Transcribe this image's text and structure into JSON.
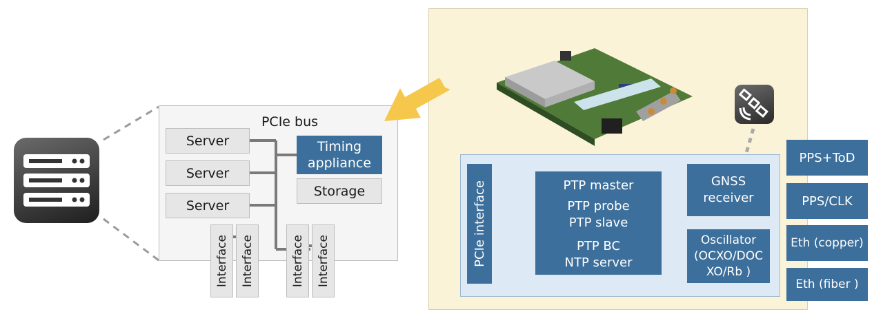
{
  "pcie_bus": {
    "title": "PCIe bus",
    "servers": [
      "Server",
      "Server",
      "Server"
    ],
    "timing_appliance": "Timing appliance",
    "storage": "Storage",
    "interfaces": [
      "Interface",
      "Interface",
      "Interface",
      "Interface"
    ]
  },
  "card": {
    "pcie_interface": "PCIe interface",
    "ptp_block": {
      "line1": "PTP master",
      "line2": "PTP probe",
      "line3": "PTP slave",
      "line4": "PTP BC",
      "line5": "NTP server"
    },
    "gnss": "GNSS receiver",
    "oscillator": {
      "line1": "Oscillator",
      "line2": "(OCXO/DOC",
      "line3": "XO/Rb )"
    }
  },
  "outputs": [
    "PPS+ToD",
    "PPS/CLK",
    "Eth (copper)",
    "Eth (fiber )"
  ],
  "icons": {
    "server_rack": "server-rack-icon",
    "satellite": "satellite-icon",
    "card": "pcie-card-image",
    "arrow": "pointer-arrow"
  },
  "colors": {
    "blue": "#3c6f9b",
    "gray_box": "#e6e6e6",
    "yellow_panel": "#fbf3d8",
    "light_blue_panel": "#dde9f5",
    "arrow": "#f5c84c"
  }
}
